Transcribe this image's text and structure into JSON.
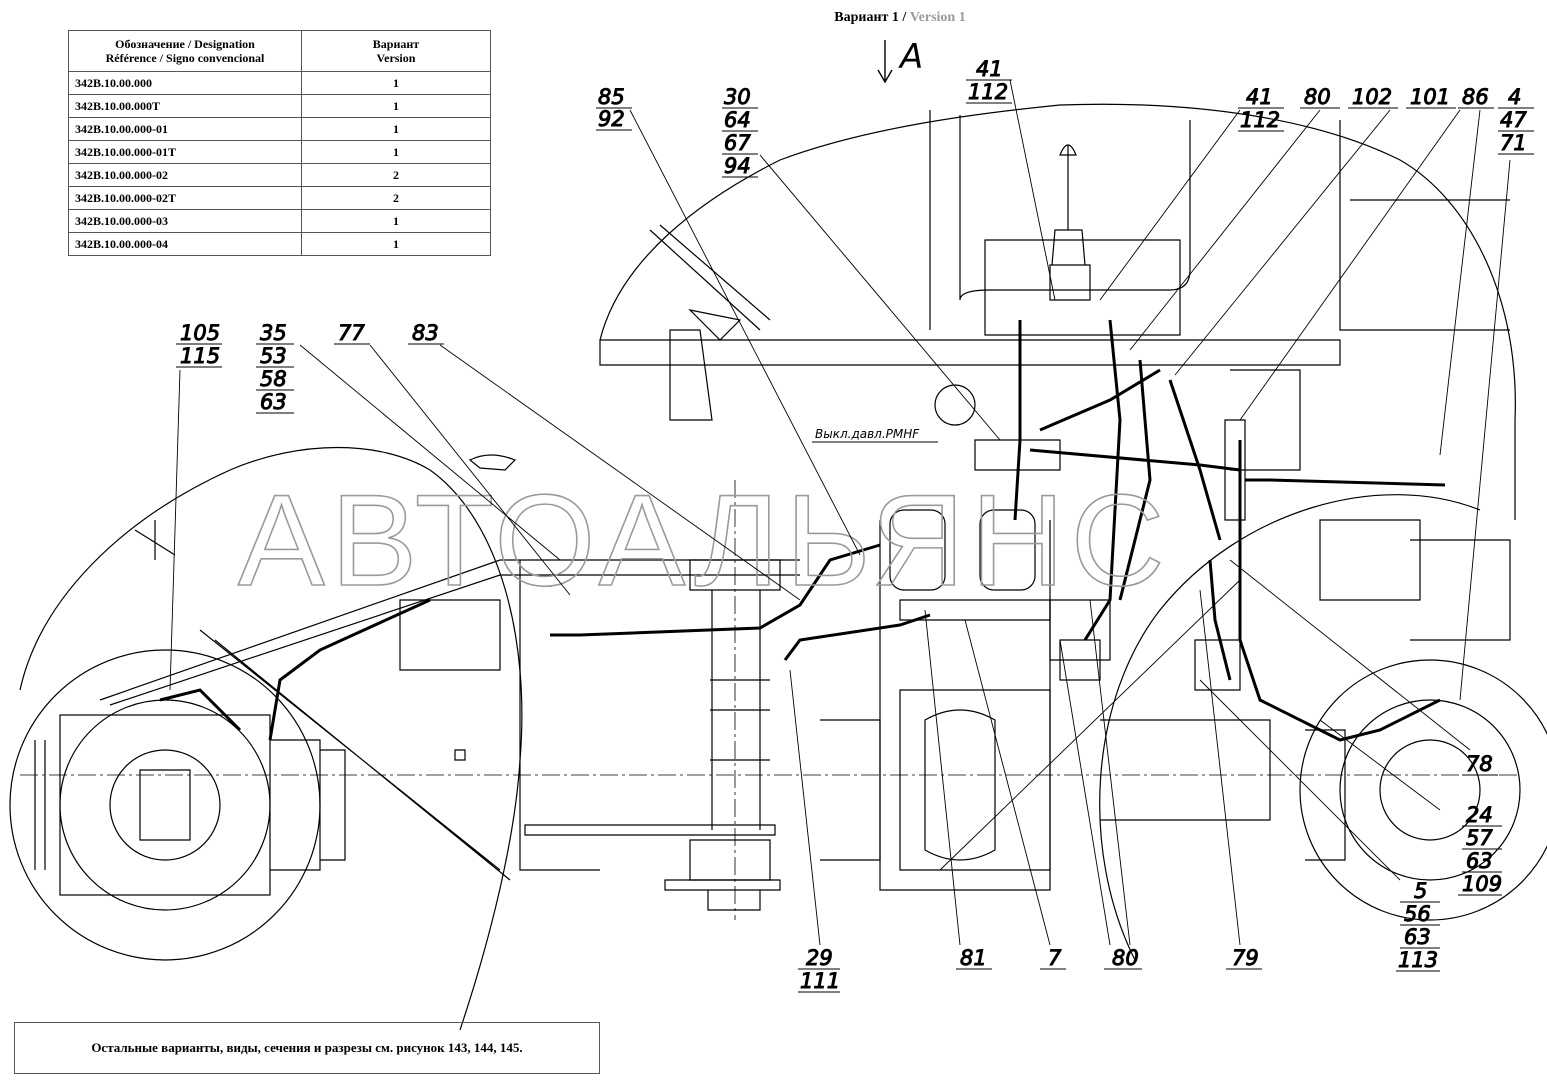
{
  "title": {
    "ru": "Вариант 1 /",
    "en": "Version 1"
  },
  "table": {
    "header_designation": [
      "Обозначение / Designation",
      "Référence / Signo convencional"
    ],
    "header_version": [
      "Вариант",
      "Version"
    ],
    "rows": [
      {
        "code": "342B.10.00.000",
        "version": "1"
      },
      {
        "code": "342B.10.00.000T",
        "version": "1"
      },
      {
        "code": "342B.10.00.000-01",
        "version": "1"
      },
      {
        "code": "342B.10.00.000-01T",
        "version": "1"
      },
      {
        "code": "342B.10.00.000-02",
        "version": "2"
      },
      {
        "code": "342B.10.00.000-02T",
        "version": "2"
      },
      {
        "code": "342B.10.00.000-03",
        "version": "1"
      },
      {
        "code": "342B.10.00.000-04",
        "version": "1"
      }
    ]
  },
  "view_marker": "A",
  "annotation": "Выкл.давл.РМНF",
  "watermark": "АВТОАЛЬЯНС",
  "note": "Остальные варианты, виды, сечения и разрезы см. рисунок 143, 144, 145.",
  "callouts": {
    "c85": [
      "85",
      "92"
    ],
    "c30": [
      "30",
      "64",
      "67",
      "94"
    ],
    "c41a": [
      "41",
      "112"
    ],
    "c41b": [
      "41",
      "112"
    ],
    "c80top": "80",
    "c102": "102",
    "c101": "101",
    "c86": "86",
    "c4": [
      "4",
      "47",
      "71"
    ],
    "c105": [
      "105",
      "115"
    ],
    "c35": [
      "35",
      "53",
      "58",
      "63"
    ],
    "c77": "77",
    "c83": "83",
    "c78": "78",
    "c24": [
      "24",
      "57",
      "63",
      "109"
    ],
    "c5": [
      "5",
      "56",
      "63",
      "113"
    ],
    "c29": [
      "29",
      "111"
    ],
    "c81": "81",
    "c7": "7",
    "c80bot": "80",
    "c79": "79"
  }
}
